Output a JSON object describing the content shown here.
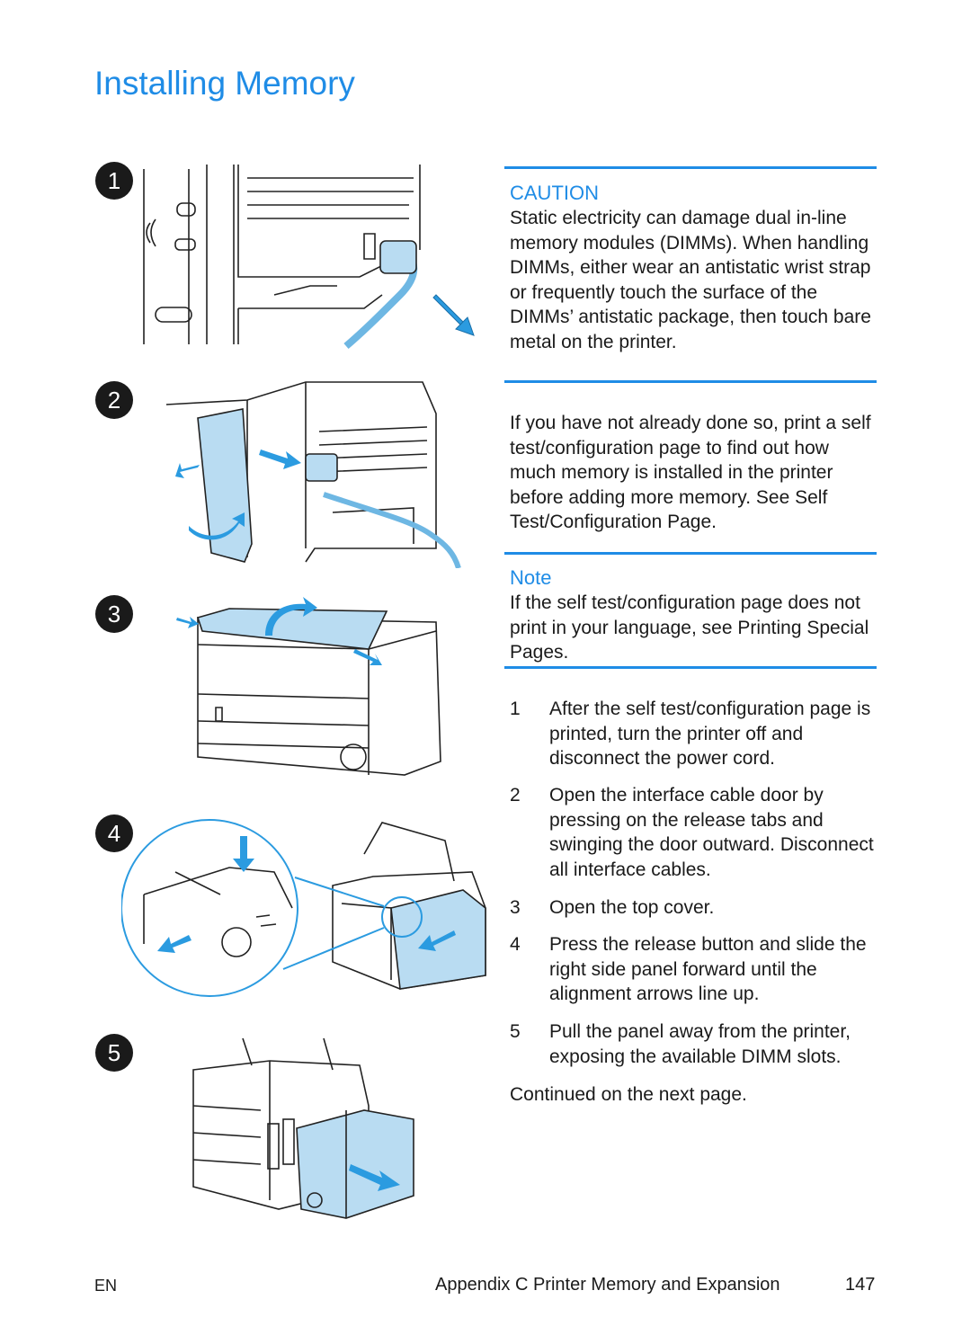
{
  "page": {
    "title": "Installing Memory"
  },
  "caution": {
    "heading": "CAUTION",
    "text": "Static electricity can damage dual in-line memory modules (DIMMs). When handling DIMMs, either wear an antistatic wrist strap or frequently touch the surface of the DIMMs’ antistatic package, then touch bare metal on the printer."
  },
  "intro": {
    "text": "If you have not already done so, print a self test/configuration page to find out how much memory is installed in the printer before adding more memory. See Self Test/Configuration Page."
  },
  "note": {
    "heading": "Note",
    "text": "If the self test/configuration page does not print in your language, see Printing Special Pages."
  },
  "steps": [
    {
      "num": "1",
      "text": "After the self test/configuration page is printed, turn the printer off and disconnect the power cord."
    },
    {
      "num": "2",
      "text": "Open the interface cable door by pressing on the release tabs and swinging the door outward. Disconnect all interface cables."
    },
    {
      "num": "3",
      "text": "Open the top cover."
    },
    {
      "num": "4",
      "text": "Press the release button and slide the right side panel forward until the alignment arrows line up."
    },
    {
      "num": "5",
      "text": "Pull the panel away from the printer, exposing the available DIMM slots."
    }
  ],
  "continued": "Continued on the next page.",
  "figures": {
    "badges": [
      "1",
      "2",
      "3",
      "4",
      "5"
    ]
  },
  "colors": {
    "accent": "#1f8ce6",
    "illustration_fill": "#b9dcf2",
    "arrow": "#2b9be0"
  },
  "footer": {
    "lang": "EN",
    "section": "Appendix C Printer Memory and Expansion",
    "page_number": "147"
  }
}
